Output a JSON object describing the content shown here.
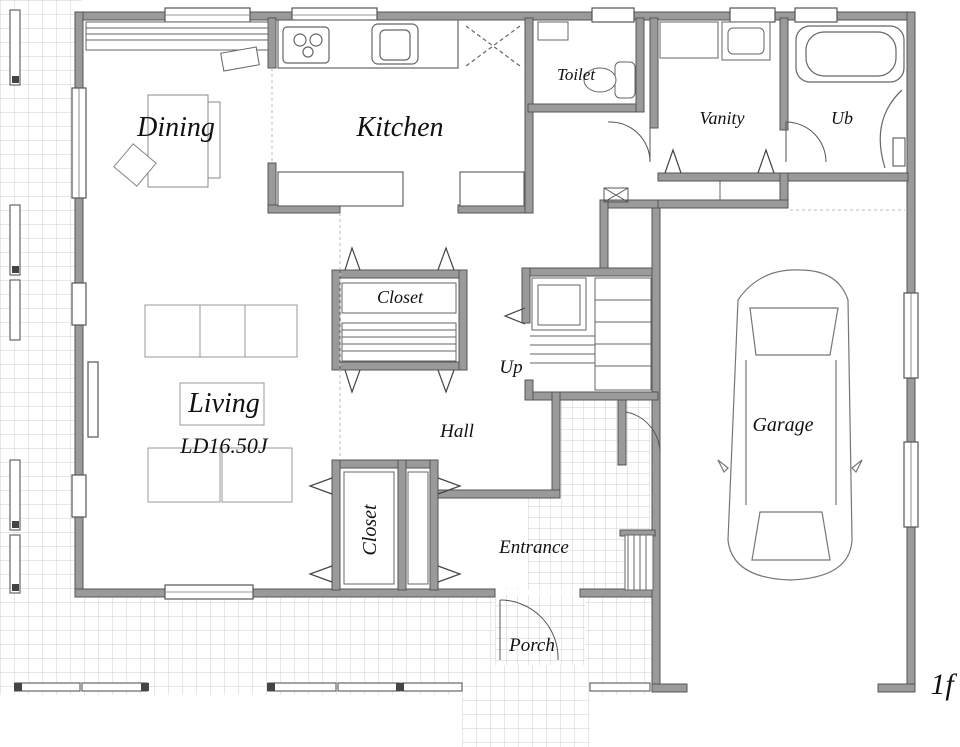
{
  "plan": {
    "floor_label": "1f",
    "rooms": {
      "dining": "Dining",
      "kitchen": "Kitchen",
      "toilet": "Toilet",
      "vanity": "Vanity",
      "ub": "Ub",
      "closet_top": "Closet",
      "up": "Up",
      "living": "Living",
      "living_area": "LD16.50J",
      "hall": "Hall",
      "garage": "Garage",
      "closet_bottom": "Closet",
      "entrance": "Entrance",
      "porch": "Porch"
    },
    "colors": {
      "wall": "#9a9a9a",
      "wall_edge": "#555555",
      "line": "#777777",
      "tile": "#c8c8c8",
      "text": "#111111"
    }
  }
}
